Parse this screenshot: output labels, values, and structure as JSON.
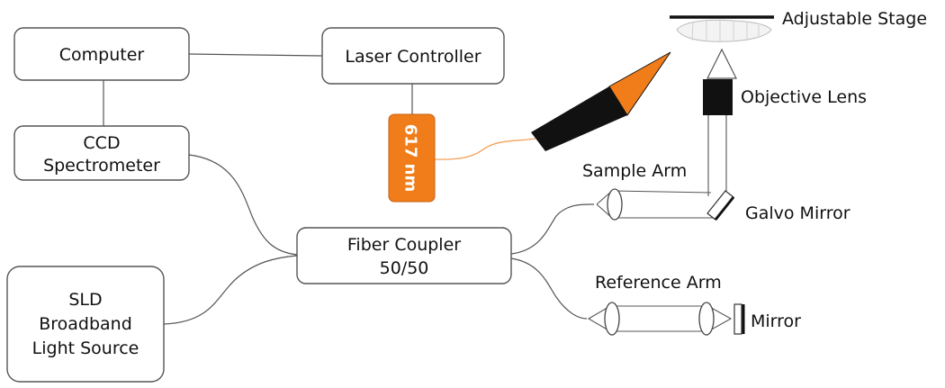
{
  "labels": {
    "computer": "Computer",
    "laser_controller": "Laser Controller",
    "ccd_line1": "CCD",
    "ccd_line2": "Spectrometer",
    "laser": "617 nm",
    "fiber_coupler_line1": "Fiber Coupler",
    "fiber_coupler_line2": "50/50",
    "sld_line1": "SLD",
    "sld_line2": "Broadband",
    "sld_line3": "Light Source",
    "sample_arm": "Sample Arm",
    "galvo_mirror": "Galvo Mirror",
    "reference_arm": "Reference Arm",
    "mirror": "Mirror",
    "objective_lens": "Objective Lens",
    "adjustable_stage": "Adjustable Stage"
  },
  "colors": {
    "laser": "#f07d1a",
    "fiber_laser": "#f4a05a",
    "probe_body": "#111111",
    "box_stroke": "#555555"
  }
}
